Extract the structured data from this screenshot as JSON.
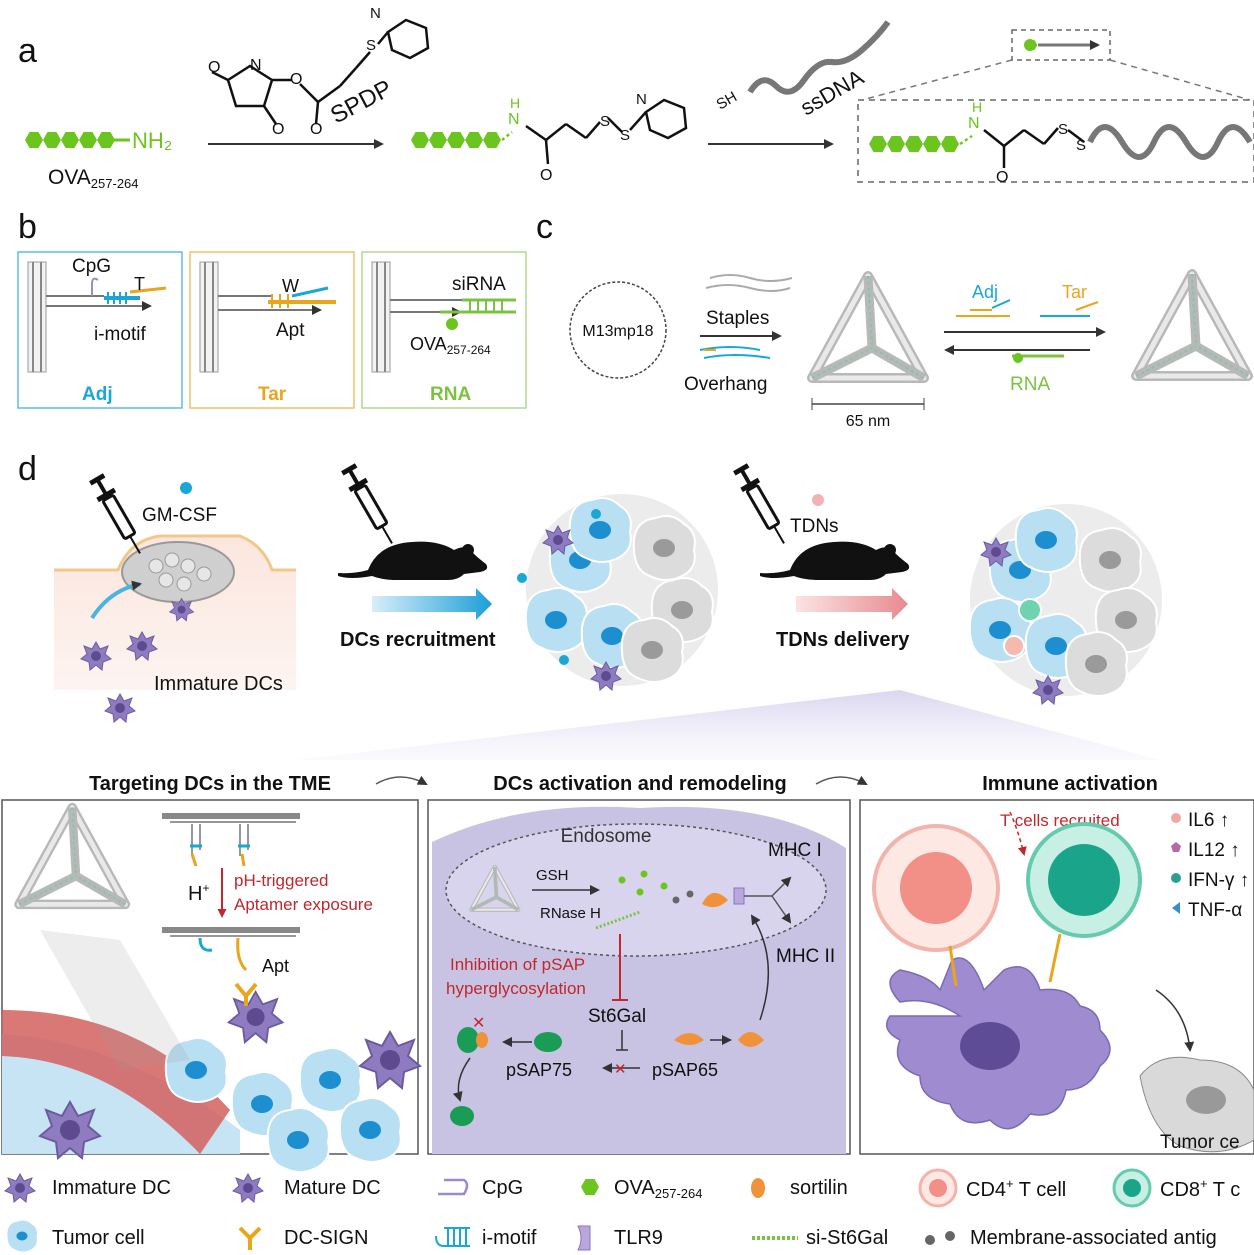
{
  "panels": {
    "a": "a",
    "b": "b",
    "c": "c",
    "d": "d"
  },
  "panel_a": {
    "peptide_group": "NH₂",
    "peptide": "OVA",
    "peptide_sub": "257-264",
    "linker": "SPDP",
    "thiol": "SH",
    "ssdna": "ssDNA",
    "n_label": "N",
    "h_label": "H",
    "o_label": "O",
    "s_label": "S"
  },
  "panel_b": {
    "boxes": [
      {
        "name": "Adj",
        "color": "#1aa7d6",
        "labels": [
          "CpG",
          "T",
          "i-motif"
        ]
      },
      {
        "name": "Tar",
        "color": "#e9a51c",
        "labels": [
          "W",
          "Apt"
        ]
      },
      {
        "name": "RNA",
        "color": "#7cc242",
        "labels": [
          "siRNA",
          "OVA",
          "257-264"
        ]
      }
    ]
  },
  "panel_c": {
    "scaffold": "M13mp18",
    "staples": "Staples",
    "overhang": "Overhang",
    "scale": "65 nm",
    "adj": "Adj",
    "tar": "Tar",
    "rna": "RNA"
  },
  "panel_d": {
    "gmcsf": "GM-CSF",
    "immature": "Immature DCs",
    "recruit": "DCs recruitment",
    "tdns": "TDNs",
    "delivery": "TDNs delivery",
    "box_titles": [
      "Targeting DCs in the TME",
      "DCs activation and remodeling",
      "Immune activation"
    ],
    "box1": {
      "h": "H",
      "sup": "+",
      "ph1": "pH-triggered",
      "ph2": "Aptamer exposure",
      "apt": "Apt"
    },
    "box2": {
      "endosome": "Endosome",
      "gsh": "GSH",
      "rnase": "RNase H",
      "mhc1": "MHC I",
      "mhc2": "MHC II",
      "inh1": "Inhibition of pSAP",
      "inh2": "hyperglycosylation",
      "st6": "St6Gal",
      "psap75": "pSAP75",
      "psap65": "pSAP65"
    },
    "box3": {
      "recruited": "T cells recruited",
      "cytokines": [
        "IL6 ↑",
        "IL12 ↑",
        "IFN-γ ↑",
        "TNF-α"
      ],
      "tumor": "Tumor ce"
    }
  },
  "legend": [
    {
      "label": "Immature DC"
    },
    {
      "label": "Mature DC"
    },
    {
      "label": "CpG"
    },
    {
      "label": "OVA",
      "sub": "257-264"
    },
    {
      "label": "sortilin"
    },
    {
      "label": "CD4",
      "sup": "+",
      "rest": " T cell"
    },
    {
      "label": "CD8",
      "sup": "+",
      "rest": " T c"
    },
    {
      "label": "Tumor cell"
    },
    {
      "label": "DC-SIGN"
    },
    {
      "label": "i-motif"
    },
    {
      "label": "TLR9"
    },
    {
      "label": "si-St6Gal"
    },
    {
      "label": "Membrane-associated antig"
    }
  ],
  "colors": {
    "green": "#6cc51f",
    "blue": "#1aa7d6",
    "orange": "#e9a51c",
    "purple": "#8c7ab8",
    "red": "#c0282d",
    "lightblue": "#a9d8ef"
  }
}
